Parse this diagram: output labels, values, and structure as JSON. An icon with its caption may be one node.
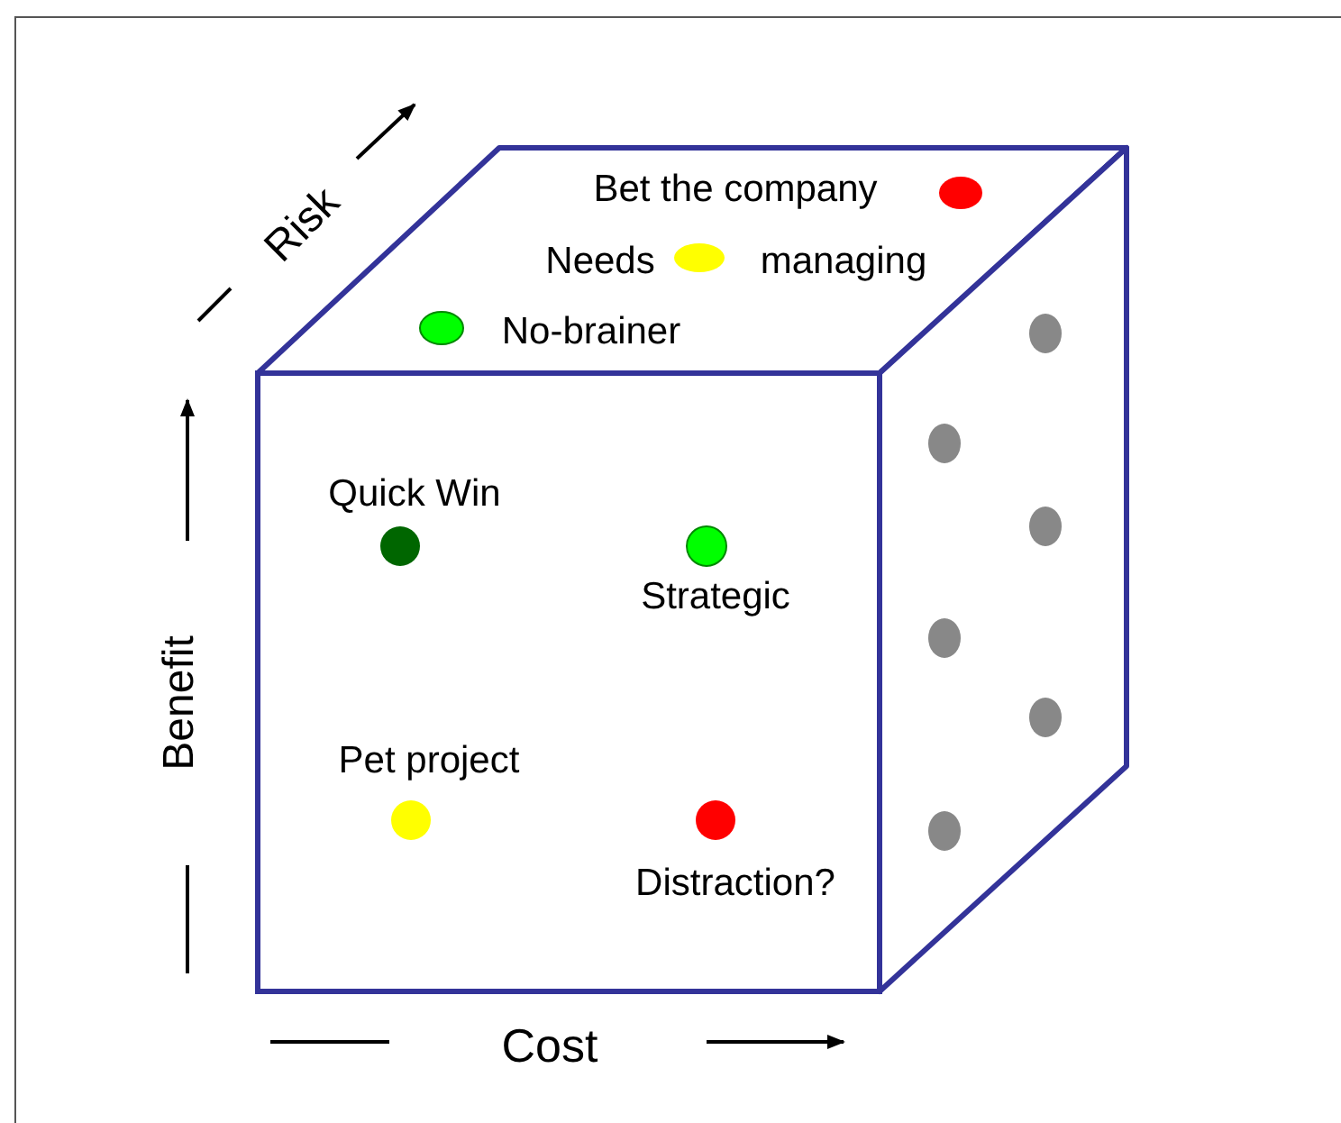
{
  "diagram": {
    "labels": [
      "Risk",
      "Bet the company",
      "Needs",
      "managing",
      "No-brainer",
      "Quick Win",
      "Strategic",
      "Benefit",
      "Pet project",
      "Distraction?",
      "Cost"
    ]
  }
}
